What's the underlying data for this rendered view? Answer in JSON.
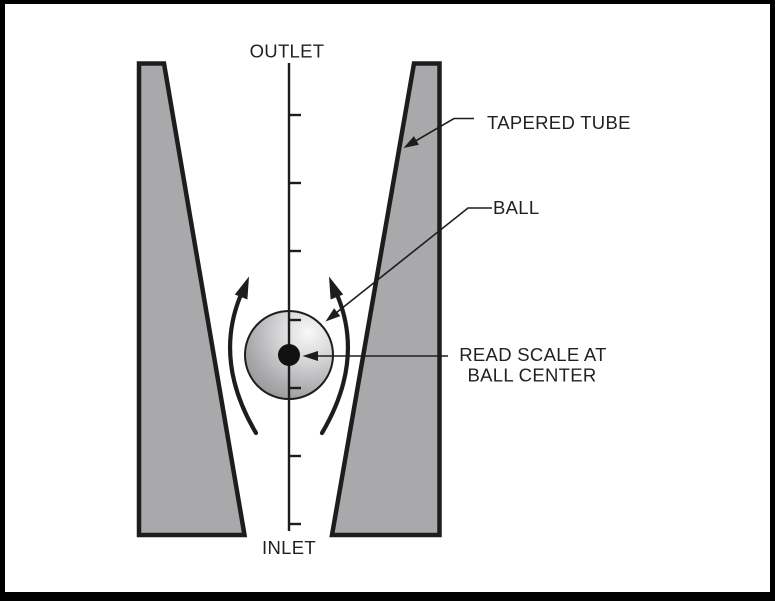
{
  "figure": {
    "type": "variable-area flowmeter diagram",
    "labels": {
      "outlet": "OUTLET",
      "inlet": "INLET",
      "tapered_tube": "TAPERED TUBE",
      "ball": "BALL",
      "read_scale_line1": "READ SCALE AT",
      "read_scale_line2": "BALL CENTER"
    },
    "scale": {
      "tick_count": 7
    },
    "colors": {
      "frame": "#000000",
      "background": "#ffffff",
      "line": "#1d1d1b",
      "text": "#231f20",
      "tube_fill": "#a9a9ab",
      "ball_highlight": "#f8f8f8",
      "ball_light": "#d8d8da",
      "ball_mid": "#aeaeb1",
      "ball_dark": "#838386",
      "ball_center_dot": "#111111"
    }
  }
}
